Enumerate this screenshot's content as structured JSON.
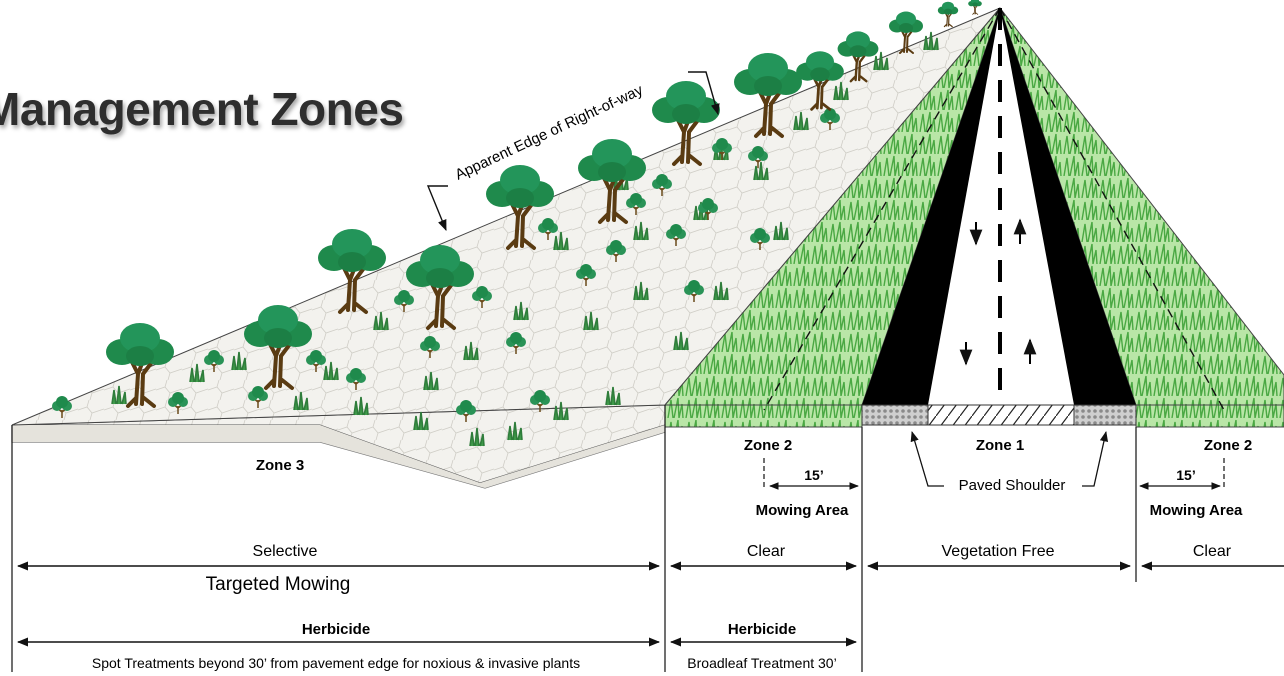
{
  "title": "Management Zones",
  "labels": {
    "apparent_edge": "Apparent Edge of Right-of-way",
    "zone3": "Zone 3",
    "zone2_left": "Zone 2",
    "zone2_right": "Zone 2",
    "zone1": "Zone 1",
    "paved_shoulder": "Paved Shoulder",
    "dist_left": "15’",
    "dist_right": "15’",
    "mowing_left": "Mowing Area",
    "mowing_right": "Mowing Area"
  },
  "methods": {
    "selective": "Selective",
    "targeted_mowing": "Targeted Mowing",
    "clear_left": "Clear",
    "vegetation_free": "Vegetation Free",
    "clear_right": "Clear",
    "herbicide_left": "Herbicide",
    "herbicide_right": "Herbicide",
    "spot_treatments": "Spot Treatments beyond 30’ from pavement edge for noxious & invasive plants",
    "broadleaf": "Broadleaf Treatment 30’"
  },
  "colors": {
    "grass_light": "#8fd17a",
    "grass_dark": "#2e8b2e",
    "tree_canopy": "#1f8a4c",
    "trunk": "#5a3b12",
    "pavement_edge": "#000000"
  }
}
